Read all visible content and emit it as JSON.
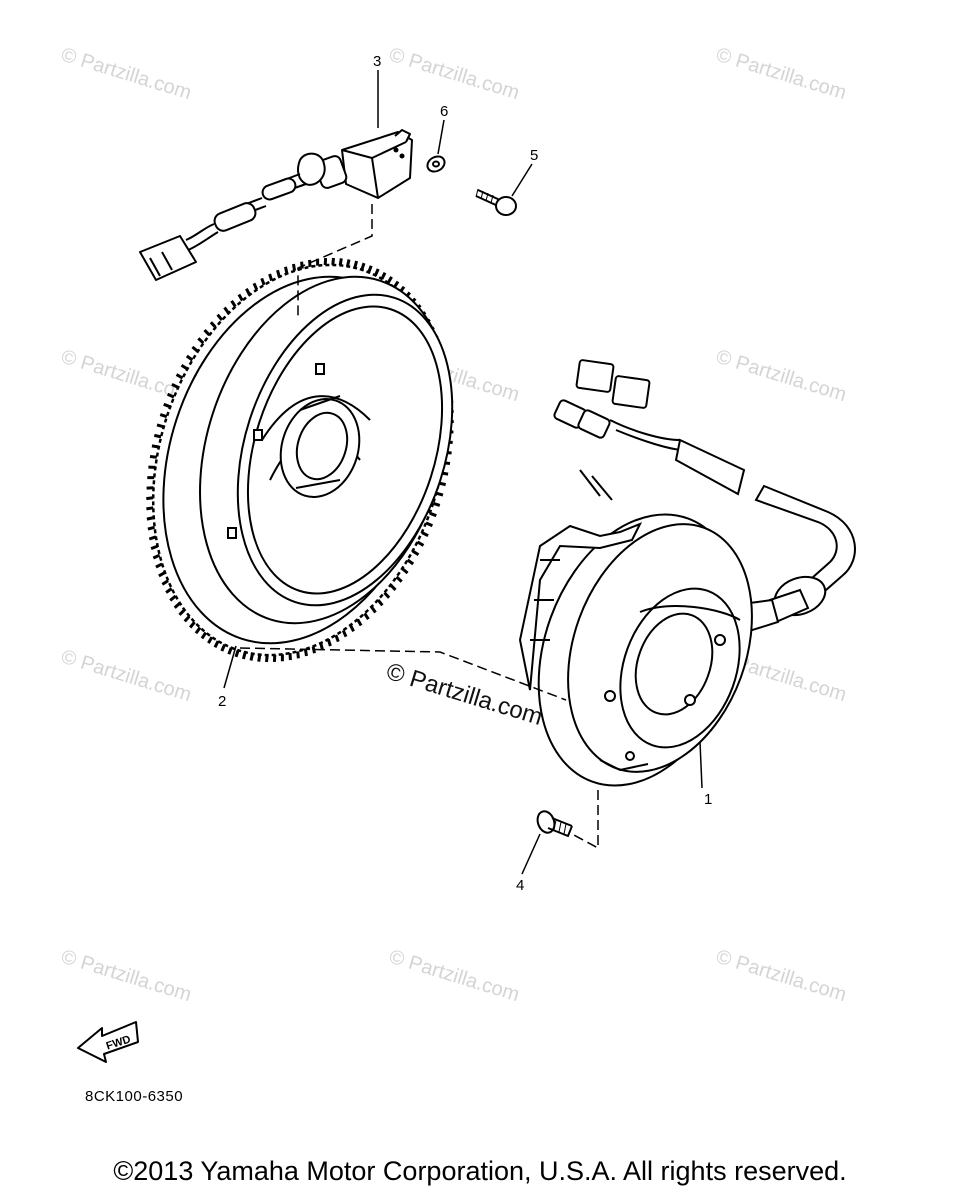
{
  "callouts": {
    "p1": "1",
    "p2": "2",
    "p3": "3",
    "p4": "4",
    "p5": "5",
    "p6": "6"
  },
  "watermark": "© Partzilla.com",
  "fwd_label": "FWD",
  "diagram_code": "8CK100-6350",
  "copyright": "©2013  Yamaha Motor Corporation, U.S.A. All rights reserved.",
  "colors": {
    "line": "#000000",
    "watermark": "#d4d4d4"
  }
}
